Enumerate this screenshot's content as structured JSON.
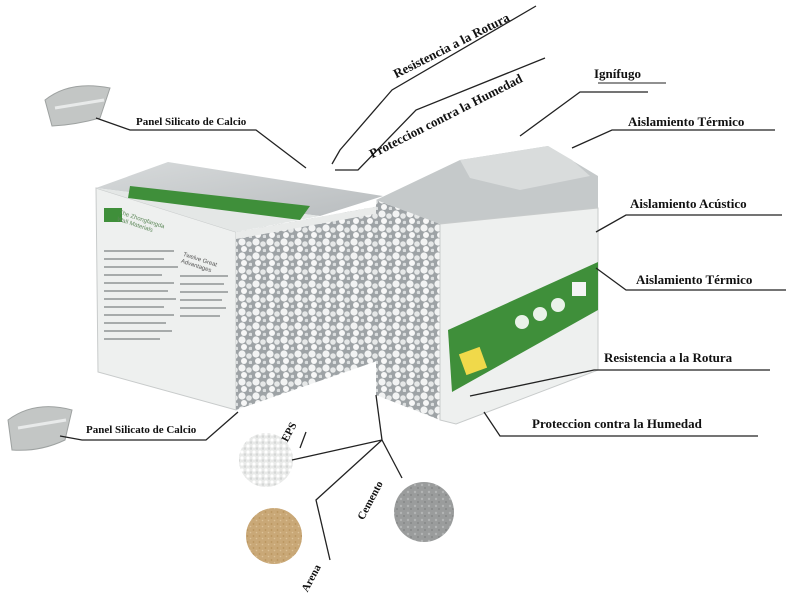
{
  "labels": {
    "resistencia_top": "Resistencia a la Rotura",
    "proteccion_top": "Proteccion contra la Humedad",
    "ignifugo": "Ignífugo",
    "aislamiento_termico_top": "Aislamiento Térmico",
    "aislamiento_acustico": "Aislamiento Acústico",
    "aislamiento_termico_mid": "Aislamiento Térmico",
    "resistencia_bottom": "Resistencia a la Rotura",
    "proteccion_bottom": "Proteccion contra la Humedad",
    "panel_top": "Panel Silicato de Calcio",
    "panel_bottom": "Panel Silicato de Calcio",
    "eps": "EPS",
    "cemento": "Cemento",
    "arena": "Arena"
  },
  "panel_face": {
    "brand_line1": "The Zhongfangda",
    "brand_line2": "Wall Materials",
    "heading_line1": "Twelve Great",
    "heading_line2": "Advantages"
  },
  "colors": {
    "brand_green": "#3f8f3a",
    "foam_gray": "#c9ccce",
    "panel_white": "#eef0ef",
    "line": "#222222"
  }
}
